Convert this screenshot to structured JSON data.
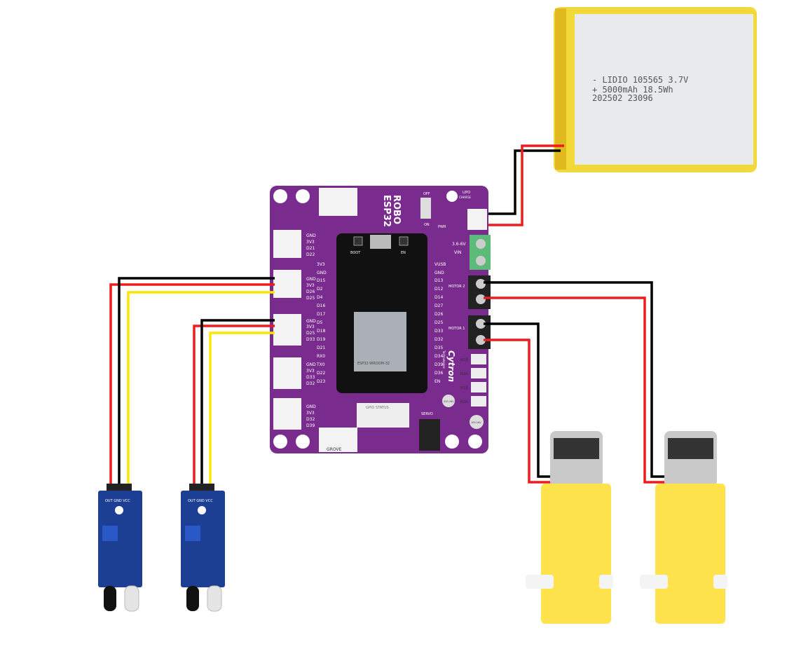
{
  "battery": {
    "line1": "-  LIDIO 105565 3.7V",
    "line2": "+  5000mAh   18.5Wh",
    "line3": "   202502    23096"
  },
  "board": {
    "title1": "ROBO",
    "title2": "ESP32",
    "brand": "Cytron",
    "brand_sub": "Technologies",
    "lipo": "LIPO",
    "charge": "CHARGE",
    "on": "ON",
    "off": "OFF",
    "pwr": "PWR",
    "vin": "VIN",
    "vin_range": "3.6-6V",
    "motor1": "MOTOR 1",
    "motor2": "MOTOR 2",
    "gpio_status": "GPIO STATUS",
    "servo": "SERVO",
    "grove_label": "GROVE",
    "module": "ESP32-WROOM-32",
    "boot": "BOOT",
    "en": "EN",
    "buttons": [
      "M2B",
      "M2A",
      "M1B",
      "M1A"
    ],
    "left_pins": [
      "3V3",
      "GND",
      "D15",
      "D2",
      "D4",
      "D16",
      "D17",
      "D5",
      "D18",
      "D19",
      "D21",
      "RX0",
      "TX0",
      "D22",
      "D23"
    ],
    "right_pins": [
      "VUSB",
      "GND",
      "D13",
      "D12",
      "D14",
      "D27",
      "D26",
      "D25",
      "D33",
      "D32",
      "D35",
      "D34",
      "D39",
      "D36",
      "EN"
    ],
    "grove_pins": [
      [
        "GND",
        "3V3",
        "D21",
        "D22"
      ],
      [
        "GND",
        "3V3",
        "D26",
        "D25"
      ],
      [
        "GND",
        "3V3",
        "D25",
        "D33"
      ],
      [
        "GND",
        "3V3",
        "D33",
        "D32"
      ],
      [
        "GND",
        "3V3",
        "D32",
        "D39"
      ]
    ],
    "cap1": "220 16V",
    "cap2": "100 16V"
  },
  "sensors": [
    {
      "pins": "OUT GND VCC"
    },
    {
      "pins": "OUT GND VCC"
    }
  ],
  "colors": {
    "board": "#7a2b8e",
    "battery": "#f2d93a",
    "wire_black": "#000000",
    "wire_red": "#ee1c1c",
    "wire_yellow": "#ffe600",
    "sensor": "#1c3f94",
    "motor": "#ffe34d"
  }
}
